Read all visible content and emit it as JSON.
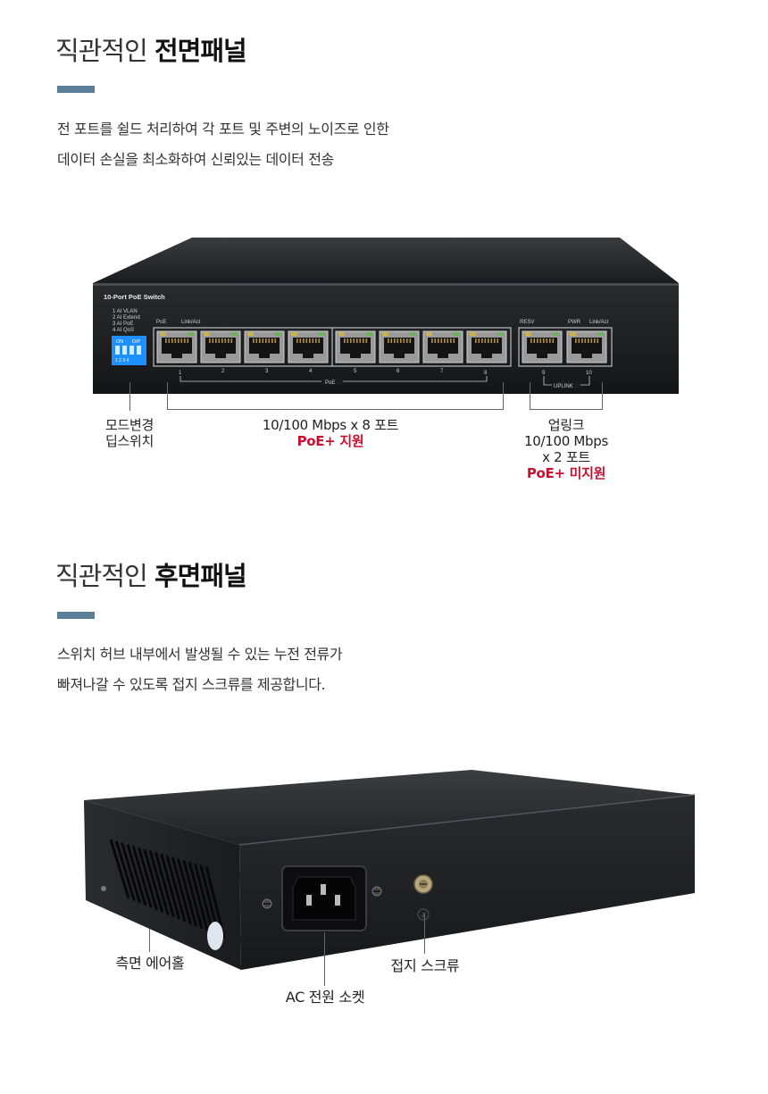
{
  "front": {
    "title_light": "직관적인",
    "title_bold": "전면패널",
    "desc": [
      "전 포트를 쉴드 처리하여 각 포트 및 주변의 노이즈로 인한",
      "데이터 손실을 최소화하여 신뢰있는 데이터 전송"
    ],
    "device": {
      "model_label": "10-Port PoE Switch",
      "dip_labels": [
        "1 AI VLAN",
        "2 AI Extend",
        "3 AI PoE",
        "4 AI QoS"
      ],
      "dip_on": "ON",
      "dip_word": "DIP",
      "dip_numbers": "1 2 3 4",
      "poe_label": "PoE",
      "link_act": "Link/Act",
      "resv": "RESV",
      "pwr": "PWR",
      "link_act2": "Link/Act",
      "port_numbers": [
        "1",
        "2",
        "3",
        "4",
        "5",
        "6",
        "7",
        "8"
      ],
      "uplink_numbers": [
        "9",
        "10"
      ],
      "poe_bracket": "PoE",
      "uplink_bracket": "UPLINK"
    },
    "callouts": {
      "mode": [
        "모드변경",
        "딥스위치"
      ],
      "ports_line1": "10/100 Mbps x 8 포트",
      "ports_red": "PoE+ 지원",
      "uplink": [
        "업링크",
        "10/100 Mbps",
        "x 2 포트"
      ],
      "uplink_red": "PoE+ 미지원"
    }
  },
  "rear": {
    "title_light": "직관적인",
    "title_bold": "후면패널",
    "desc": [
      "스위치 허브 내부에서 발생될 수 있는 누전 전류가",
      "빠져나갈 수 있도록 접지 스크류를 제공합니다."
    ],
    "callouts": {
      "side_vent": "측면 에어홀",
      "ac_socket": "AC 전원 소켓",
      "ground_screw": "접지 스크류"
    }
  },
  "colors": {
    "accent": "#5b7f99",
    "red": "#c8102e",
    "dip_blue": "#1e90ff",
    "device_body": "#1e1f22"
  }
}
